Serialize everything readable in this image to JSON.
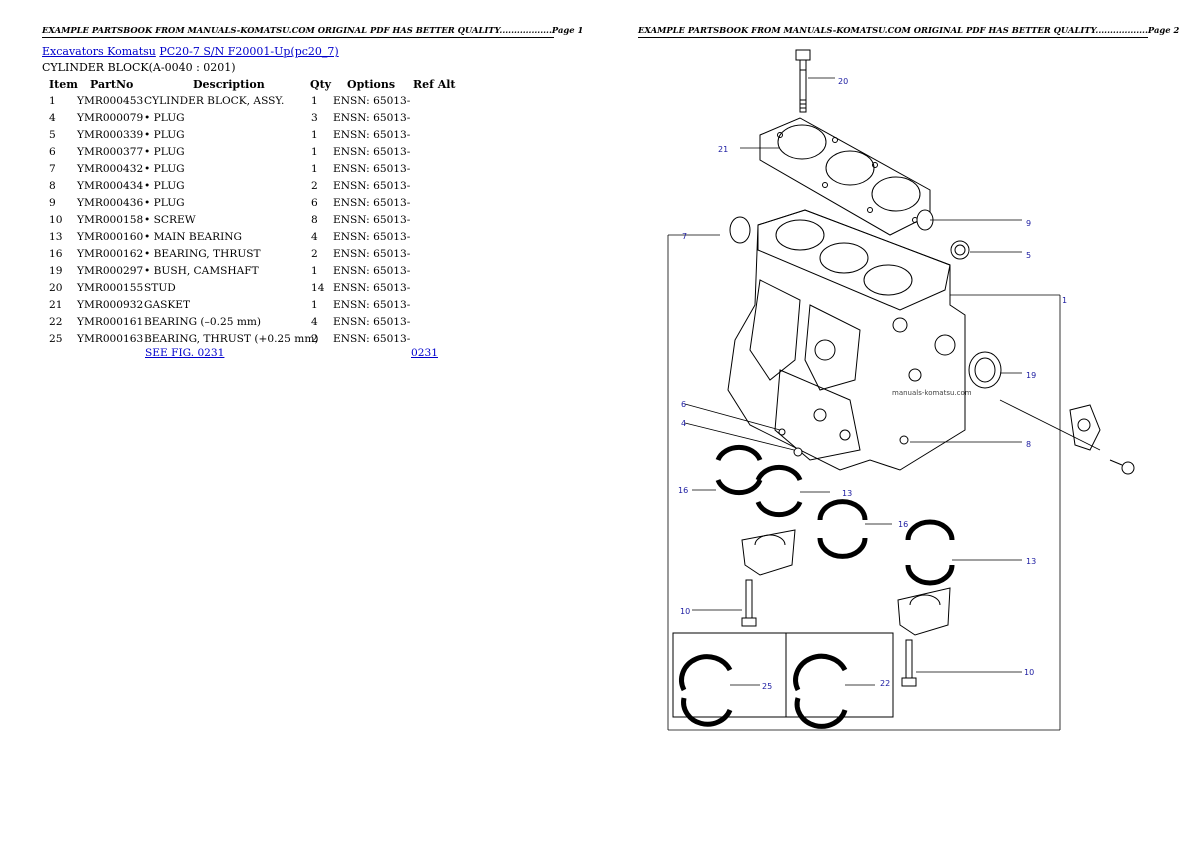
{
  "header": {
    "left": "EXAMPLE PARTSBOOK FROM MANUALS-KOMATSU.COM ORIGINAL PDF HAS BETTER QUALITY..................Page 1",
    "right": "EXAMPLE PARTSBOOK FROM MANUALS-KOMATSU.COM ORIGINAL PDF HAS BETTER QUALITY..................Page 2"
  },
  "breadcrumb": {
    "brand": "Excavators Komatsu",
    "model": "PC20-7 S/N F20001-Up(pc20_7)"
  },
  "subtitle": "CYLINDER BLOCK(A-0040 : 0201)",
  "table": {
    "headers": {
      "item": "Item",
      "part": "PartNo",
      "desc": "Description",
      "qty": "Qty",
      "options": "Options",
      "ref": "Ref  Alt"
    },
    "rows": [
      {
        "item": "1",
        "part": "YMR000453",
        "desc": "CYLINDER BLOCK, ASSY.",
        "qty": "1",
        "options": "ENSN: 65013-"
      },
      {
        "item": "4",
        "part": "YMR000079",
        "desc": "• PLUG",
        "qty": "3",
        "options": "ENSN: 65013-"
      },
      {
        "item": "5",
        "part": "YMR000339",
        "desc": "• PLUG",
        "qty": "1",
        "options": "ENSN: 65013-"
      },
      {
        "item": "6",
        "part": "YMR000377",
        "desc": "• PLUG",
        "qty": "1",
        "options": "ENSN: 65013-"
      },
      {
        "item": "7",
        "part": "YMR000432",
        "desc": "• PLUG",
        "qty": "1",
        "options": "ENSN: 65013-"
      },
      {
        "item": "8",
        "part": "YMR000434",
        "desc": "• PLUG",
        "qty": "2",
        "options": "ENSN: 65013-"
      },
      {
        "item": "9",
        "part": "YMR000436",
        "desc": "• PLUG",
        "qty": "6",
        "options": "ENSN: 65013-"
      },
      {
        "item": "10",
        "part": "YMR000158",
        "desc": "• SCREW",
        "qty": "8",
        "options": "ENSN: 65013-"
      },
      {
        "item": "13",
        "part": "YMR000160",
        "desc": "• MAIN BEARING",
        "qty": "4",
        "options": "ENSN: 65013-"
      },
      {
        "item": "16",
        "part": "YMR000162",
        "desc": "• BEARING, THRUST",
        "qty": "2",
        "options": "ENSN: 65013-"
      },
      {
        "item": "19",
        "part": "YMR000297",
        "desc": "• BUSH, CAMSHAFT",
        "qty": "1",
        "options": "ENSN: 65013-"
      },
      {
        "item": "20",
        "part": "YMR000155",
        "desc": "STUD",
        "qty": "14",
        "options": "ENSN: 65013-"
      },
      {
        "item": "21",
        "part": "YMR000932",
        "desc": "GASKET",
        "qty": "1",
        "options": "ENSN: 65013-"
      },
      {
        "item": "22",
        "part": "YMR000161",
        "desc": "BEARING (–0.25 mm)",
        "qty": "4",
        "options": "ENSN: 65013-"
      },
      {
        "item": "25",
        "part": "YMR000163",
        "desc": "BEARING, THRUST (+0.25 mm)",
        "qty": "2",
        "options": "ENSN: 65013-"
      }
    ]
  },
  "see_fig": "SEE FIG. 0231",
  "fig_ref": "0231",
  "diagram": {
    "callouts": [
      "20",
      "21",
      "9",
      "7",
      "5",
      "1",
      "19",
      "6",
      "4",
      "8",
      "16",
      "13",
      "16",
      "13",
      "10",
      "25",
      "22",
      "10"
    ],
    "watermark": "manuals-komatsu.com"
  }
}
